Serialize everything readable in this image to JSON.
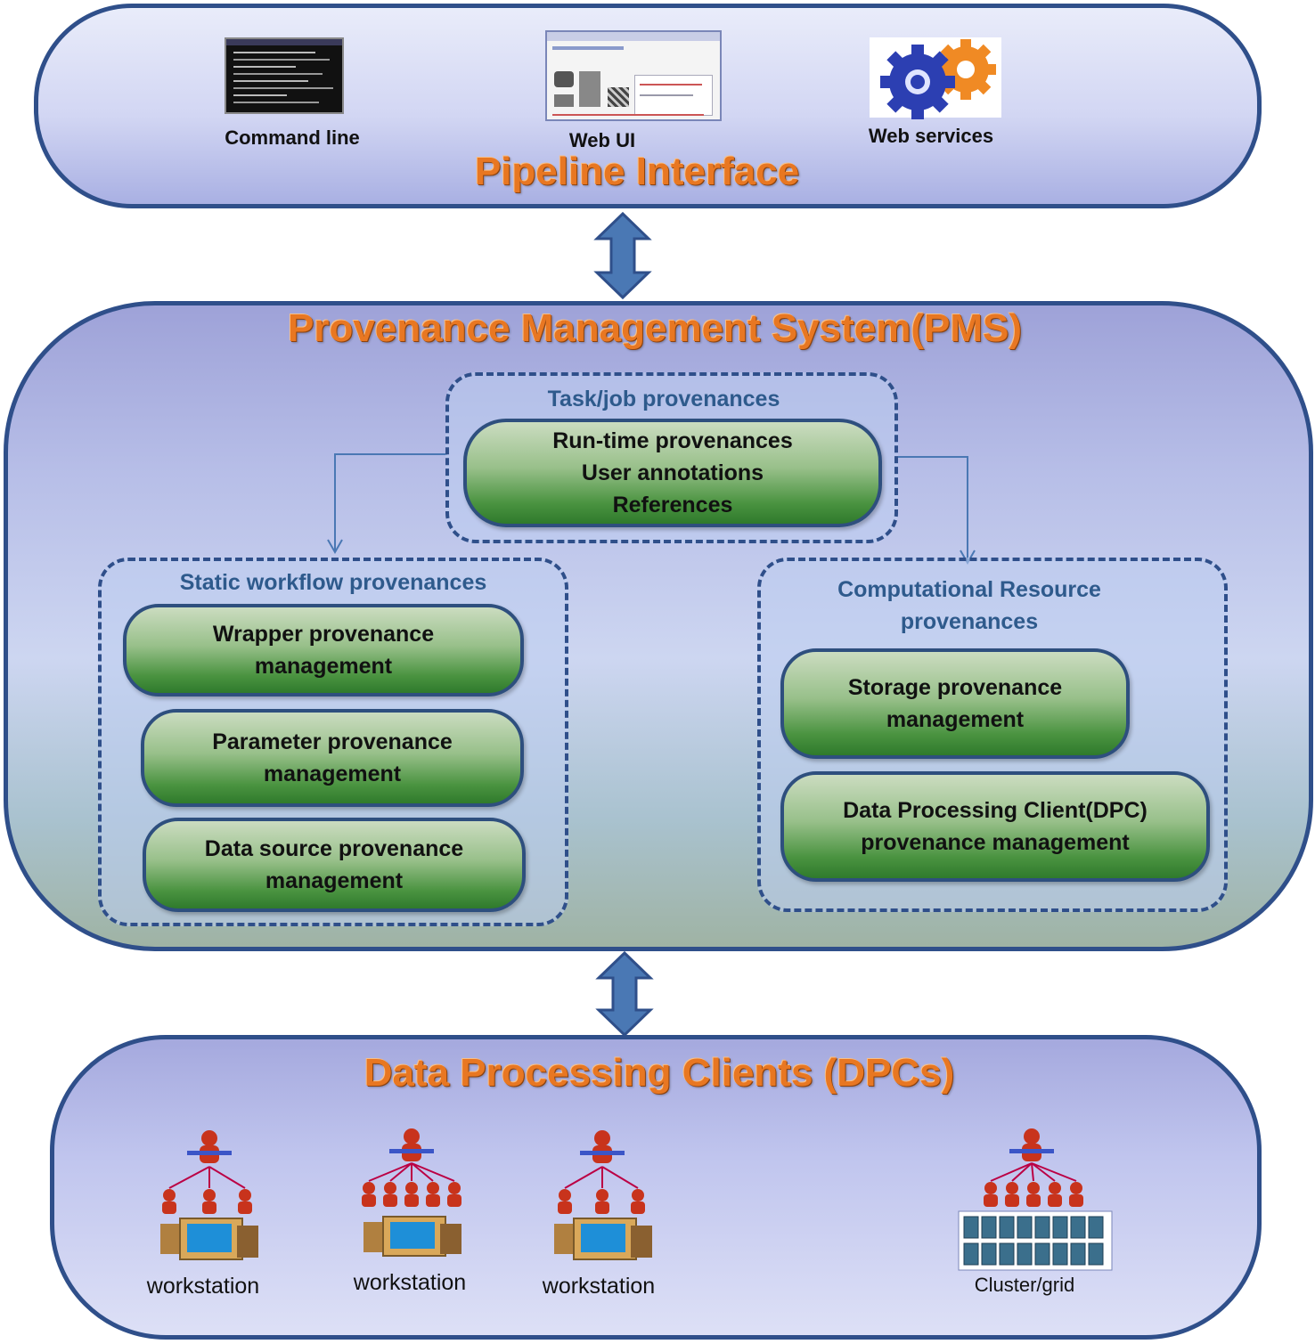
{
  "pipeline": {
    "title": "Pipeline Interface",
    "icons": [
      {
        "label": "Command line",
        "icon": "terminal-icon"
      },
      {
        "label": "Web UI",
        "icon": "web-browser-icon"
      },
      {
        "label": "Web services",
        "icon": "gears-icon"
      }
    ]
  },
  "pms": {
    "title": "Provenance Management System(PMS)",
    "task_group": {
      "title": "Task/job provenances",
      "box_lines": [
        "Run-time provenances",
        "User annotations",
        "References"
      ]
    },
    "static_group": {
      "title": "Static workflow provenances",
      "boxes": [
        [
          "Wrapper provenance",
          "management"
        ],
        [
          "Parameter provenance",
          "management"
        ],
        [
          "Data source provenance",
          "management"
        ]
      ]
    },
    "compute_group": {
      "title_lines": [
        "Computational Resource",
        "provenances"
      ],
      "boxes": [
        [
          "Storage provenance",
          "management"
        ],
        [
          "Data Processing Client(DPC)",
          "provenance management"
        ]
      ]
    }
  },
  "dpc": {
    "title": "Data Processing Clients (DPCs)",
    "nodes": [
      {
        "label": "workstation",
        "icon": "workstation-icon"
      },
      {
        "label": "workstation",
        "icon": "workstation-icon"
      },
      {
        "label": "workstation",
        "icon": "workstation-icon"
      },
      {
        "label": "Cluster/grid",
        "icon": "cluster-icon"
      }
    ]
  },
  "colors": {
    "layer_border": "#2f4f8a",
    "title_orange": "#e87722",
    "group_title_blue": "#2e5a8c",
    "pill_green": "#4a9340",
    "arrow_blue": "#4a78b4"
  }
}
